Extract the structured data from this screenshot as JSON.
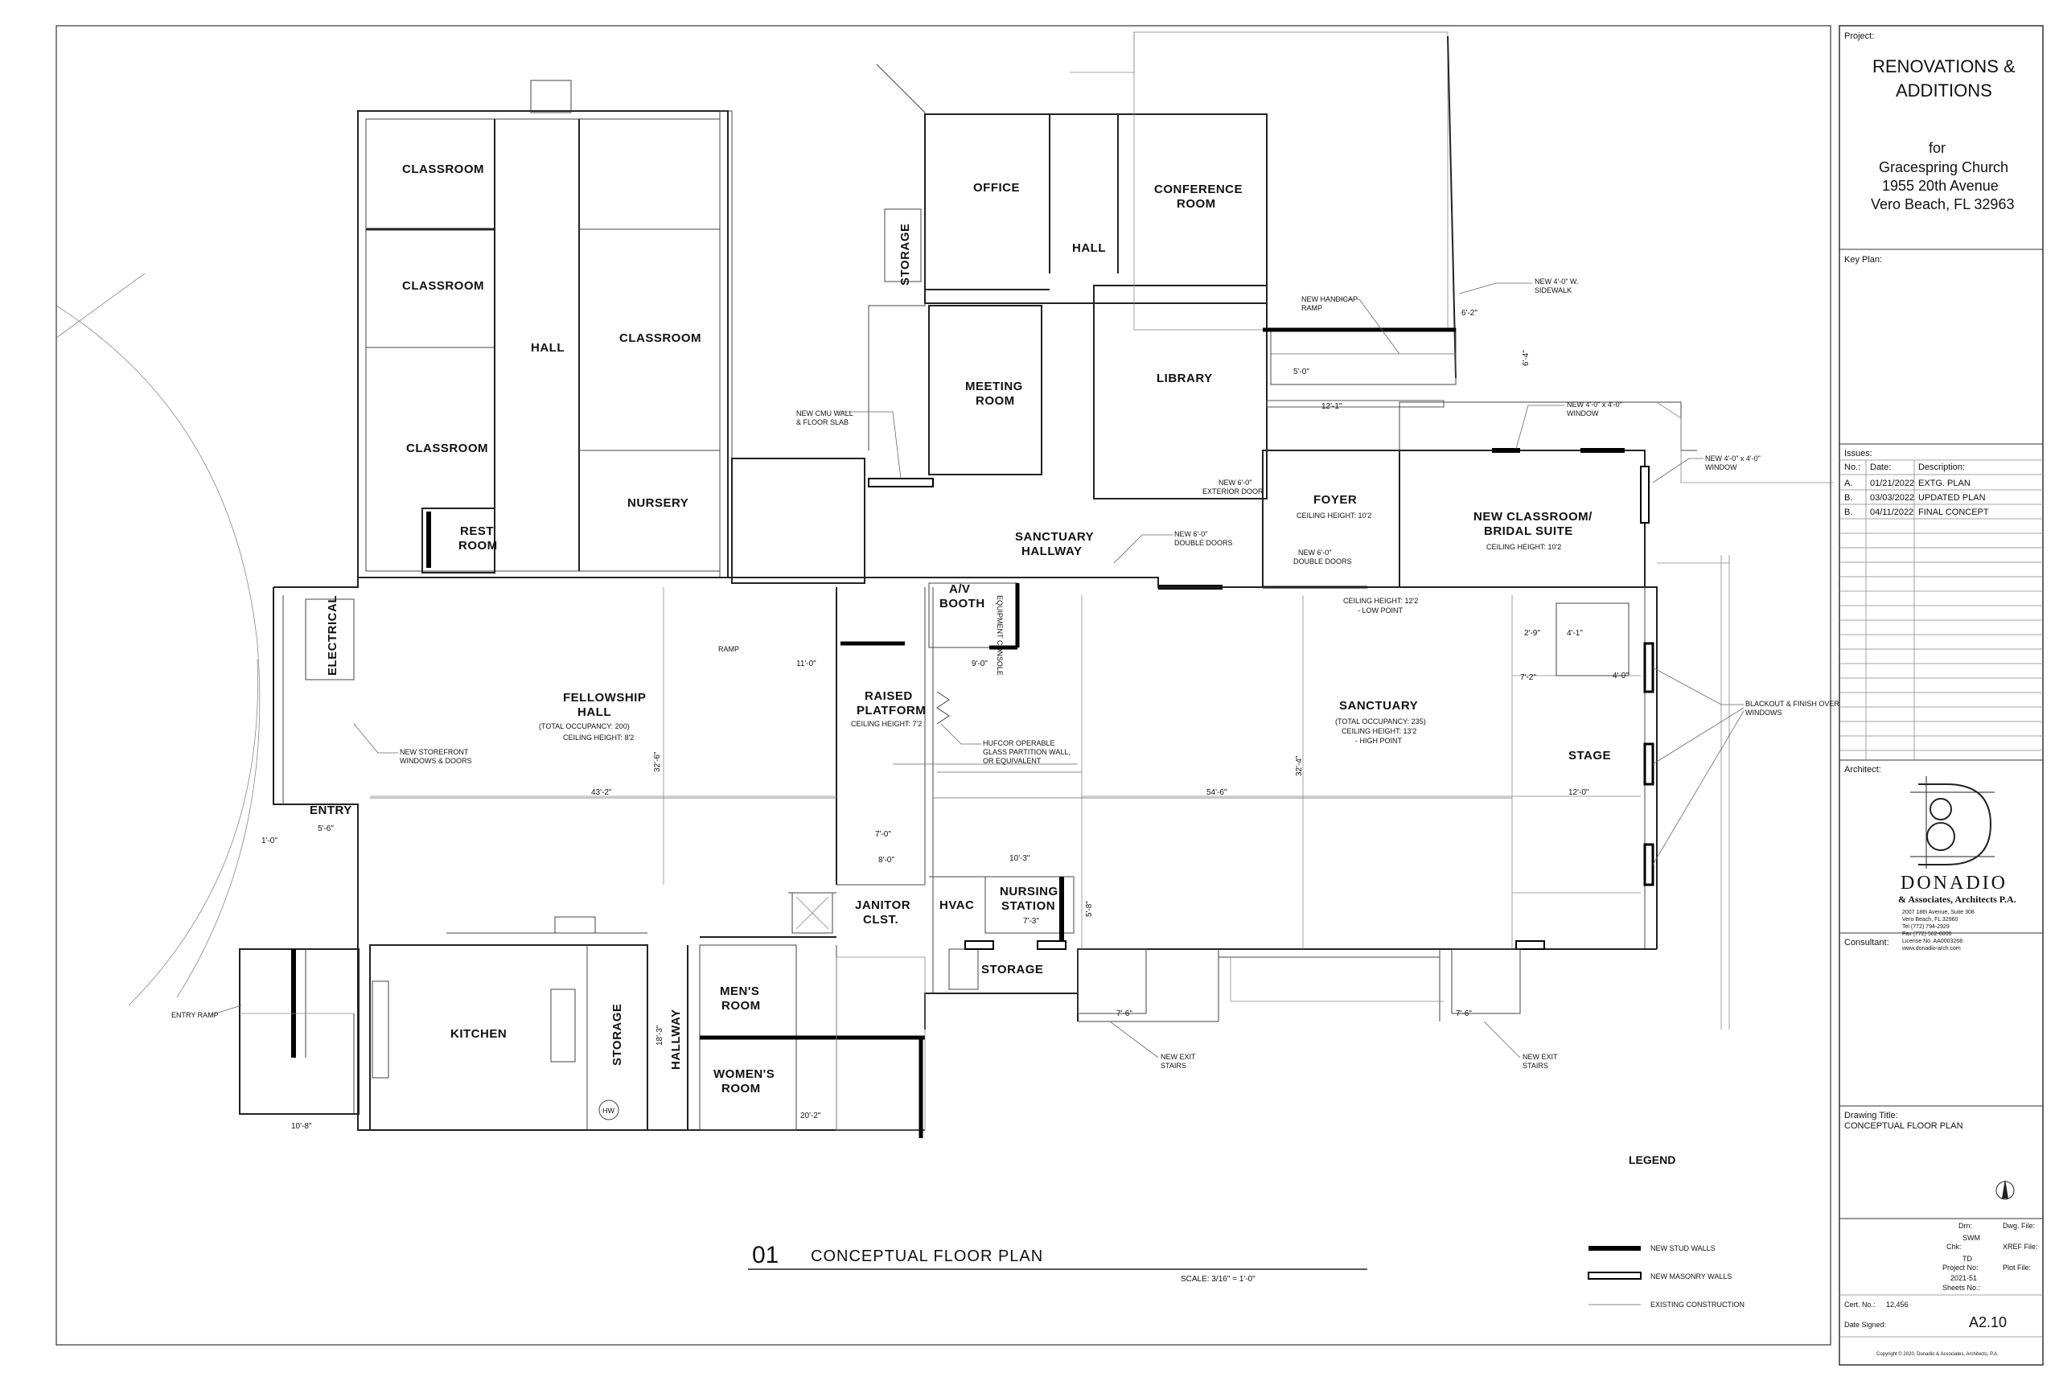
{
  "project": {
    "label": "Project:",
    "title_line1": "RENOVATIONS &",
    "title_line2": "ADDITIONS",
    "for": "for",
    "client": "Gracespring Church",
    "address1": "1955 20th Avenue",
    "address2": "Vero Beach, FL 32963"
  },
  "key_plan_label": "Key Plan:",
  "issues": {
    "label": "Issues:",
    "headers": [
      "No.:",
      "Date:",
      "Description:"
    ],
    "rows": [
      {
        "no": "A.",
        "date": "01/21/2022",
        "desc": "EXTG. PLAN"
      },
      {
        "no": "B.",
        "date": "03/03/2022",
        "desc": "UPDATED PLAN"
      },
      {
        "no": "B.",
        "date": "04/11/2022",
        "desc": "FINAL CONCEPT"
      }
    ]
  },
  "architect": {
    "label": "Architect:",
    "name": "DONADIO",
    "subtitle": "& Associates, Architects P.A.",
    "contact1": "2007 18th Avenue, Suite 308",
    "contact2": "Vero Beach, FL 32960",
    "contact3": "Tel (772) 794-2929",
    "contact4": "Fax (772) 562-8000",
    "contact5": "License No. AA0003268",
    "contact6": "www.donadio-arch.com"
  },
  "consultant_label": "Consultant:",
  "drawing": {
    "label": "Drawing Title:",
    "title": "CONCEPTUAL FLOOR PLAN"
  },
  "title_block": {
    "drn_label": "Drn:",
    "drn": "SWM",
    "dwg_file_label": "Dwg. File:",
    "chk_label": "Chk:",
    "chk": "TD",
    "xref_label": "XREF File:",
    "project_no_label": "Project No:",
    "project_no": "2021-51",
    "plot_file_label": "Plot File:",
    "sheets_label": "Sheets No.:",
    "cert_label": "Cert. No.:",
    "cert": "12,456",
    "date_signed_label": "Date Signed:",
    "sheet": "A2.10",
    "copyright": "Copyright © 2020, Donadio & Associates, Architects, P.A."
  },
  "plan": {
    "number": "01",
    "title": "CONCEPTUAL FLOOR PLAN",
    "scale": "SCALE: 3/16\" = 1'-0\""
  },
  "legend": {
    "title": "LEGEND",
    "items": [
      "NEW STUD WALLS",
      "NEW MASONRY WALLS",
      "EXISTING CONSTRUCTION"
    ]
  },
  "rooms": {
    "classroom1": "CLASSROOM",
    "classroom2": "CLASSROOM",
    "classroom3": "CLASSROOM",
    "classroom4": "CLASSROOM",
    "hall1": "HALL",
    "nursery": "NURSERY",
    "rest_room_1": "REST",
    "rest_room_2": "ROOM",
    "office": "OFFICE",
    "storage_top": "STORAGE",
    "conference_1": "CONFERENCE",
    "conference_2": "ROOM",
    "hall2": "HALL",
    "meeting_1": "MEETING",
    "meeting_2": "ROOM",
    "library": "LIBRARY",
    "foyer": "FOYER",
    "foyer_ceiling": "CEILING HEIGHT: 10'2",
    "new_class_1": "NEW CLASSROOM/",
    "new_class_2": "BRIDAL SUITE",
    "new_class_ceiling": "CEILING HEIGHT: 10'2",
    "electrical": "ELECTRICAL",
    "fellowship_1": "FELLOWSHIP",
    "fellowship_2": "HALL",
    "fellowship_occ": "(TOTAL OCCUPANCY: 200)",
    "fellowship_ceiling": "CEILING HEIGHT: 8'2",
    "sanctuary_hallway_1": "SANCTUARY",
    "sanctuary_hallway_2": "HALLWAY",
    "av_1": "A/V",
    "av_2": "BOOTH",
    "raised_1": "RAISED",
    "raised_2": "PLATFORM",
    "raised_ceiling": "CEILING HEIGHT: 7'2",
    "sanctuary": "SANCTUARY",
    "sanctuary_occ": "(TOTAL OCCUPANCY: 235)",
    "sanctuary_ceiling": "CEILING HEIGHT: 13'2",
    "sanctuary_high": "- HIGH POINT",
    "sanctuary_low_1": "CEILING HEIGHT: 12'2",
    "sanctuary_low_2": "- LOW POINT",
    "stage": "STAGE",
    "entry": "ENTRY",
    "janitor_1": "JANITOR",
    "janitor_2": "CLST.",
    "hvac": "HVAC",
    "nursing_1": "NURSING",
    "nursing_2": "STATION",
    "storage_mid": "STORAGE",
    "kitchen": "KITCHEN",
    "storage_kitchen": "STORAGE",
    "hallway": "HALLWAY",
    "mens_1": "MEN'S",
    "mens_2": "ROOM",
    "womens_1": "WOMEN'S",
    "womens_2": "ROOM"
  },
  "notes": {
    "cmu_1": "NEW CMU WALL",
    "cmu_2": "& FLOOR SLAB",
    "ramp_1": "NEW HANDICAP",
    "ramp_2": "RAMP",
    "sidewalk_1": "NEW 4'-0\" W.",
    "sidewalk_2": "SIDEWALK",
    "window1_1": "NEW 4'-0\" x 4'-0\"",
    "window1_2": "WINDOW",
    "window2_1": "NEW 4'-0\" x 4'-0\"",
    "window2_2": "WINDOW",
    "ext_door_1": "NEW 6'-0\"",
    "ext_door_2": "EXTERIOR DOOR",
    "dbl_door1_1": "NEW 6'-0\"",
    "dbl_door1_2": "DOUBLE DOORS",
    "dbl_door2_1": "NEW 6'-0\"",
    "dbl_door2_2": "DOUBLE DOORS",
    "storefront_1": "NEW STOREFRONT",
    "storefront_2": "WINDOWS & DOORS",
    "hufcor_1": "HUFCOR OPERABLE",
    "hufcor_2": "GLASS PARTITION WALL,",
    "hufcor_3": "OR EQUIVALENT",
    "blackout_1": "BLACKOUT & FINISH OVER",
    "blackout_2": "WINDOWS",
    "exit1_1": "NEW EXIT",
    "exit1_2": "STAIRS",
    "exit2_1": "NEW EXIT",
    "exit2_2": "STAIRS",
    "entry_ramp": "ENTRY RAMP",
    "ramp": "RAMP",
    "hw": "HW",
    "equip": "EQUIPMENT CONSOLE"
  },
  "dims": {
    "d_43_2": "43'-2\"",
    "d_54_6": "54'-6\"",
    "d_12_0": "12'-0\"",
    "d_32_6": "32'-6\"",
    "d_32_4": "32'-4\"",
    "d_11_0": "11'-0\"",
    "d_9_0": "9'-0\"",
    "d_7_0": "7'-0\"",
    "d_8_0": "8'-0\"",
    "d_10_3": "10'-3\"",
    "d_7_3": "7'-3\"",
    "d_5_6": "5'-6\"",
    "d_1_0": "1'-0\"",
    "d_10_8": "10'-8\"",
    "d_5_0": "5'-0\"",
    "d_12_1": "12'-1\"",
    "d_6_2": "6'-2\"",
    "d_6_4": "6'-4\"",
    "d_7_6": "7'-6\"",
    "d_7_2": "7'-2\"",
    "d_2_9": "2'-9\"",
    "d_4_1": "4'-1\"",
    "d_4_0": "4'-0\"",
    "d_18_3": "18'-3\"",
    "d_20_2": "20'-2\"",
    "d_5_8": "5'-8\"",
    "d_7_6b": "7'-6\""
  }
}
